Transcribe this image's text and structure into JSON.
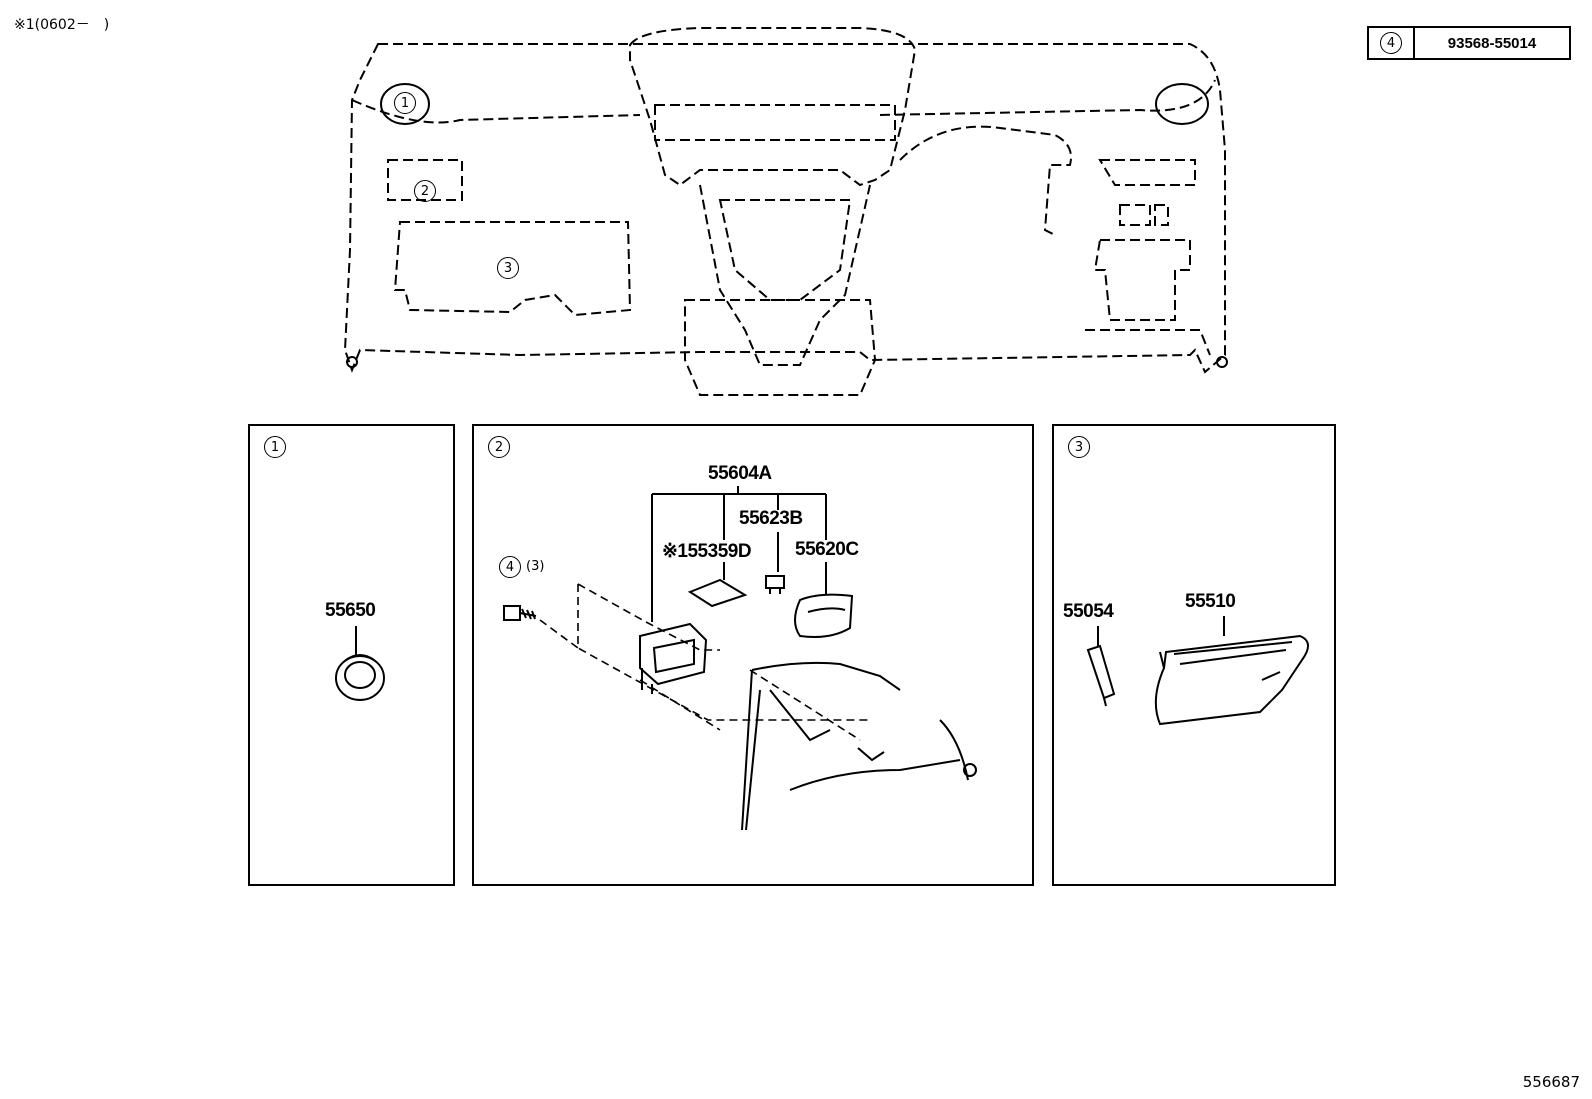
{
  "note_text": "※1(0602－　)",
  "figure_number": "556687",
  "reference_box": {
    "circle": "4",
    "part_number": "93568-55014"
  },
  "overview": {
    "callouts": [
      "1",
      "2",
      "3"
    ]
  },
  "panels": [
    {
      "circle": "1",
      "parts": [
        "55650"
      ]
    },
    {
      "circle": "2",
      "parts": [
        "55604A",
        "55623B",
        "※155359D",
        "55620C"
      ],
      "fastener": {
        "circle": "4",
        "qty": "(3)"
      }
    },
    {
      "circle": "3",
      "parts": [
        "55054",
        "55510"
      ]
    }
  ],
  "colors": {
    "line": "#000000",
    "background": "#ffffff"
  }
}
